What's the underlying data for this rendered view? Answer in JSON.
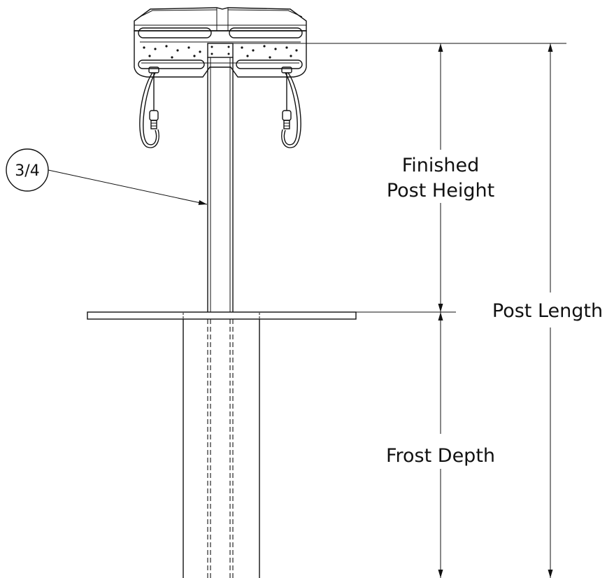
{
  "callout": {
    "text": "3/4"
  },
  "dimensions": {
    "finished_post_height": [
      "Finished",
      "Post Height"
    ],
    "post_length": "Post Length",
    "frost_depth": "Frost Depth"
  },
  "colors": {
    "line": "#111111",
    "background": "#ffffff"
  }
}
